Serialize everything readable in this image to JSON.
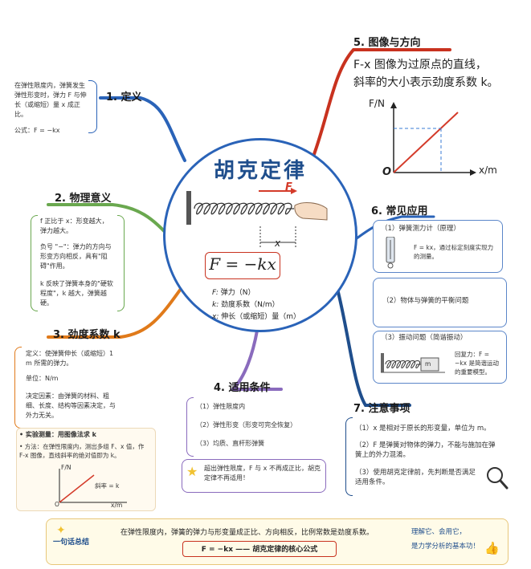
{
  "center": {
    "title": "胡克定律",
    "force_label": "F",
    "x_label": "x",
    "formula": "F = −kx",
    "legend": [
      {
        "sym": "F:",
        "text": "弹力（N）"
      },
      {
        "sym": "k:",
        "text": "劲度系数（N/m）"
      },
      {
        "sym": "x:",
        "text": "伸长（或缩短）量（m）"
      }
    ]
  },
  "s1": {
    "title": "1. 定义",
    "body": "在弹性限度内，弹簧发生弹性形变时，弹力 F 与伸长（或缩短）量 x 成正比。",
    "formula": "公式：F = −kx"
  },
  "s2": {
    "title": "2. 物理意义",
    "p1": "f 正比于 x：形变越大，弹力越大。",
    "p2": "负号 \"−\"：弹力的方向与形变方向相反，具有\"阻碍\"作用。",
    "p3": "k 反映了弹簧本身的\"硬软程度\"，k 越大，弹簧越硬。"
  },
  "s3": {
    "title": "3. 劲度系数 k",
    "def": "定义：使弹簧伸长（或缩短）1 m 所需的弹力。",
    "unit": "单位：N/m",
    "factor": "决定因素：由弹簧的材料、粗细、长度、结构等因素决定，与外力无关。",
    "measure_title": "• 实验测量：用图像法求 k",
    "measure_body": "• 方法：在弹性限度内，测出多组 F、x 值，作 F-x 图像，直线斜率的绝对值即为 k。",
    "graph_y": "F/N",
    "graph_x": "x/m",
    "graph_o": "O",
    "graph_slope": "斜率 = k"
  },
  "s4": {
    "title": "4. 适用条件",
    "items": [
      "（1）弹性限度内",
      "（2）弹性形变（形变可完全恢复）",
      "（3）均质、直杆形弹簧"
    ],
    "warn": "超出弹性限度，F 与 x 不再成正比，胡克定律不再适用！"
  },
  "s5": {
    "title": "5. 图像与方向",
    "line1": "F-x 图像为过原点的直线，",
    "line2": "斜率的大小表示劲度系数 k。",
    "graph_y": "F/N",
    "graph_x": "x/m",
    "graph_o": "O"
  },
  "s6": {
    "title": "6. 常见应用",
    "a1_title": "（1）弹簧测力计（原理）",
    "a1_body": "F = kx，通过标定刻度实现力的测量。",
    "a2_title": "（2）物体与弹簧的平衡问题",
    "a3_title": "（3）振动问题（简谐振动）",
    "a3_mass": "m",
    "a3_body": "回复力：F = −kx 是简谐运动的重要模型。"
  },
  "s7": {
    "title": "7. 注意事项",
    "items": [
      "（1）x 是相对于原长的形变量，单位为 m。",
      "（2）F 是弹簧对物体的弹力，不能与施加在弹簧上的外力混淆。",
      "（3）使用胡克定律前，先判断是否满足适用条件。"
    ]
  },
  "summary": {
    "tag": "一句话总结",
    "text": "在弹性限度内，弹簧的弹力与形变量成正比、方向相反，比例常数是劲度系数。",
    "formula": "F = −kx —— 胡克定律的核心公式",
    "side1": "理解它、会用它，",
    "side2": "是力学分析的基本功！"
  },
  "colors": {
    "blue": "#2a63b8",
    "red": "#c8321f",
    "green": "#6aa84f",
    "orange": "#e07a1a",
    "purple": "#8a6bbd",
    "navy": "#1f4e8c"
  }
}
